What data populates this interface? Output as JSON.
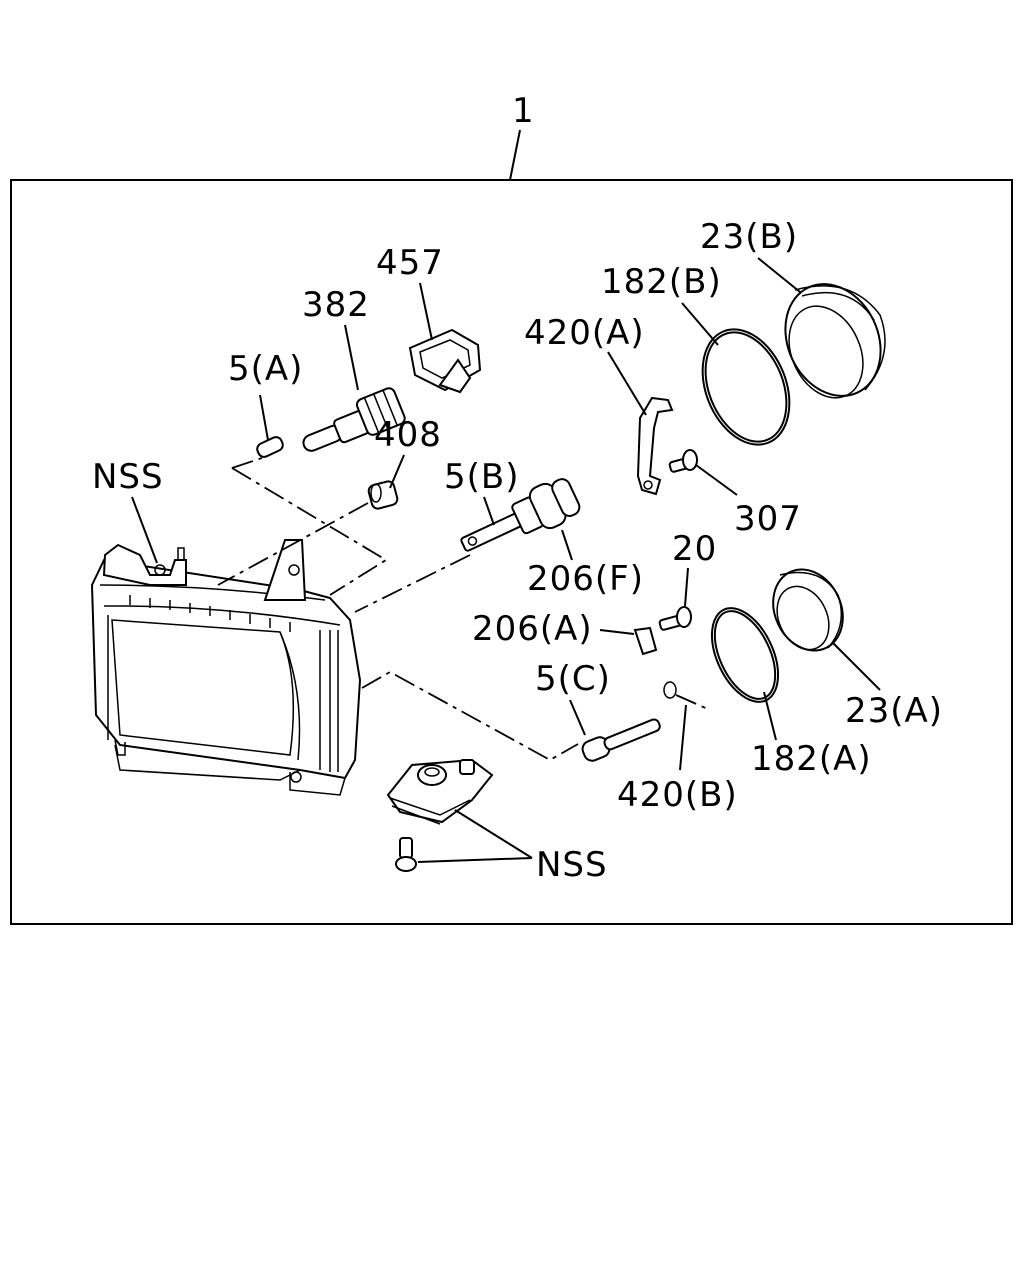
{
  "diagram": {
    "assembly_callout": "1",
    "labels": {
      "p457": "457",
      "p382": "382",
      "p5a": "5(A)",
      "p408": "408",
      "nss_top": "NSS",
      "p5b": "5(B)",
      "p206f": "206(F)",
      "p420a": "420(A)",
      "p182b": "182(B)",
      "p23b": "23(B)",
      "p307": "307",
      "p20": "20",
      "p206a": "206(A)",
      "p5c": "5(C)",
      "p182a": "182(A)",
      "p23a": "23(A)",
      "p420b": "420(B)",
      "nss_bottom": "NSS"
    }
  }
}
